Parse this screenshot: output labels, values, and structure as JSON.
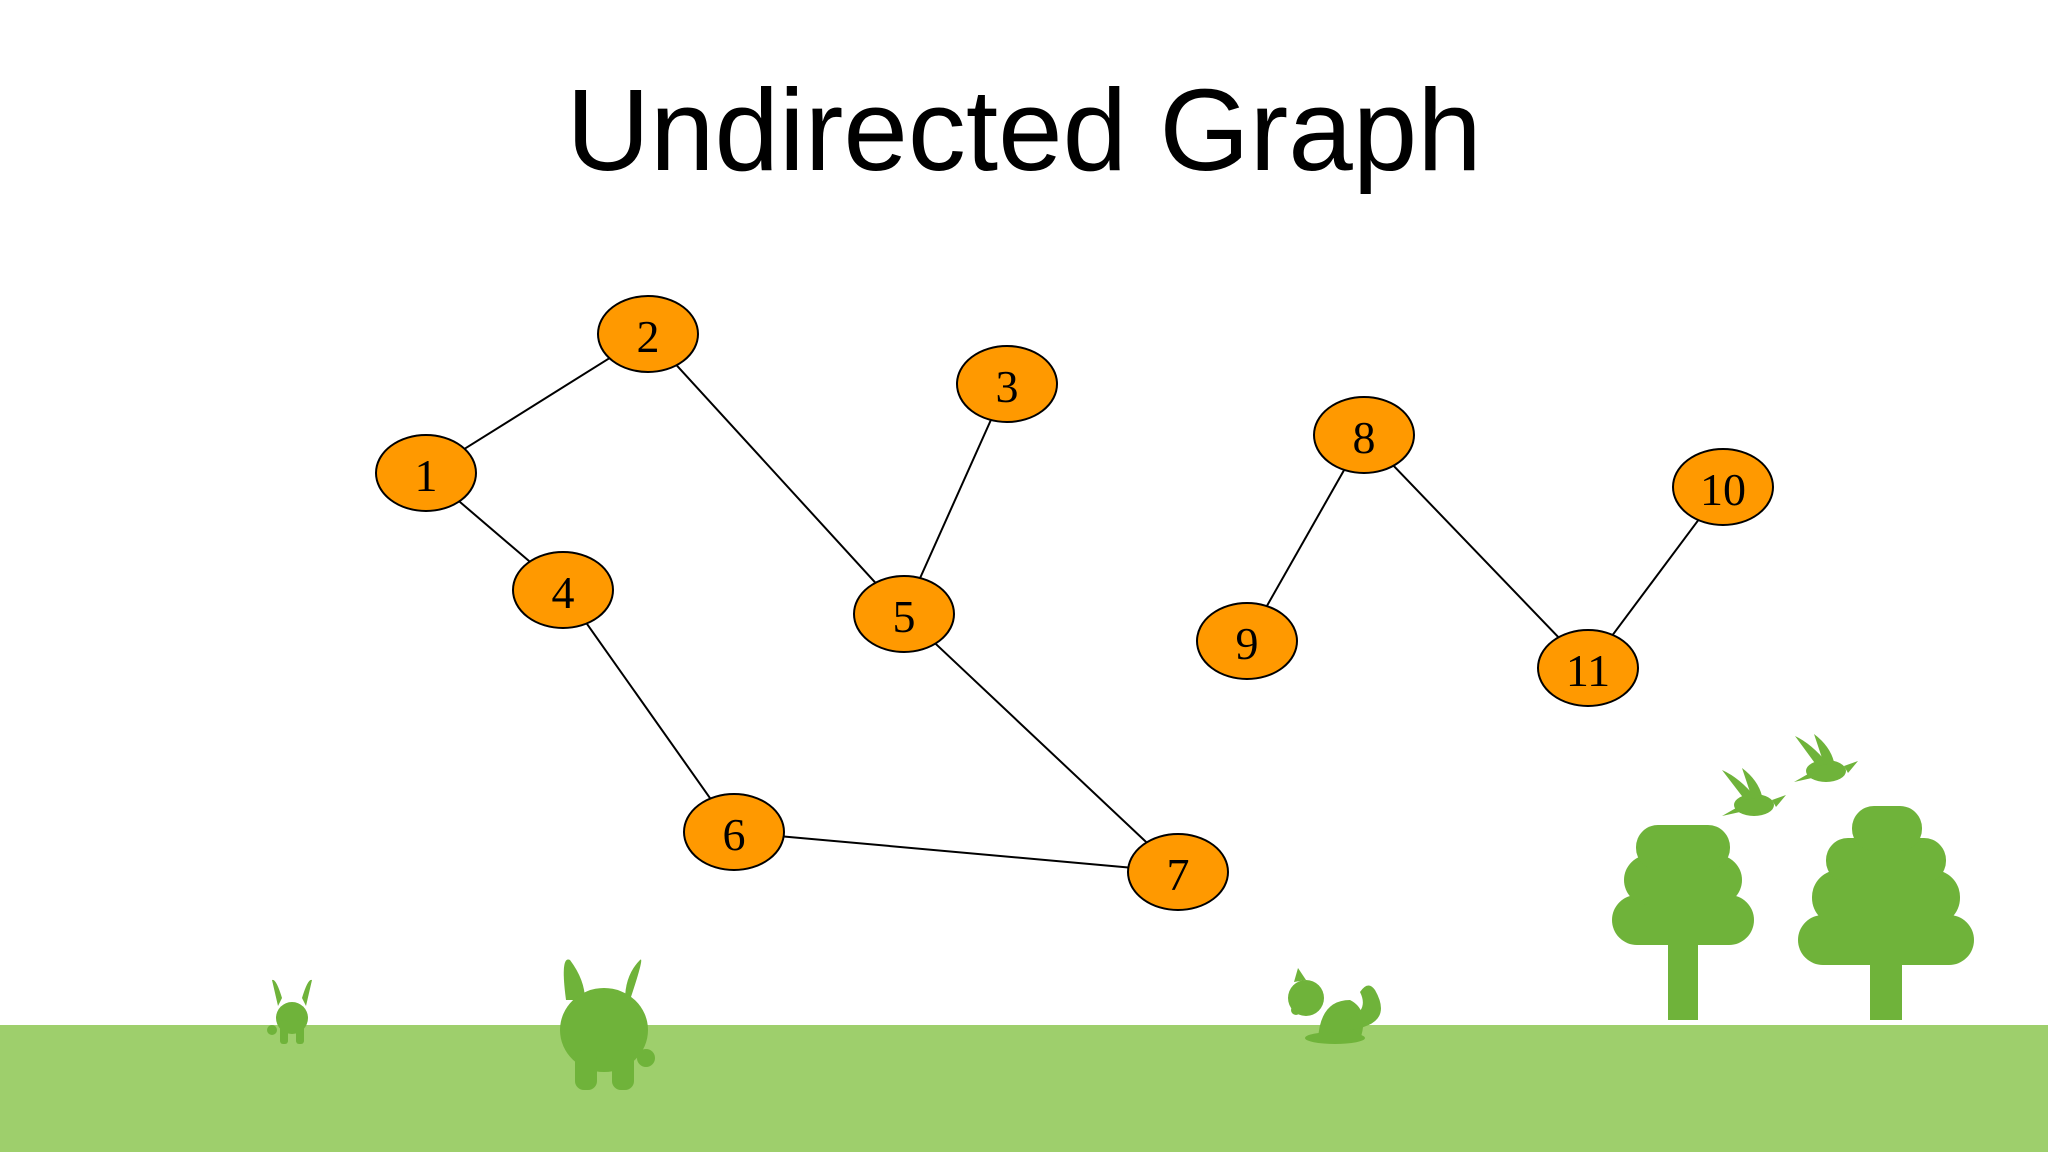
{
  "slide": {
    "title": "Undirected Graph"
  },
  "graph": {
    "nodes": [
      {
        "id": "1",
        "label": "1"
      },
      {
        "id": "2",
        "label": "2"
      },
      {
        "id": "3",
        "label": "3"
      },
      {
        "id": "4",
        "label": "4"
      },
      {
        "id": "5",
        "label": "5"
      },
      {
        "id": "6",
        "label": "6"
      },
      {
        "id": "7",
        "label": "7"
      },
      {
        "id": "8",
        "label": "8"
      },
      {
        "id": "9",
        "label": "9"
      },
      {
        "id": "10",
        "label": "10"
      },
      {
        "id": "11",
        "label": "11"
      }
    ],
    "edges": [
      [
        "1",
        "2"
      ],
      [
        "1",
        "4"
      ],
      [
        "2",
        "5"
      ],
      [
        "3",
        "5"
      ],
      [
        "4",
        "6"
      ],
      [
        "5",
        "7"
      ],
      [
        "6",
        "7"
      ],
      [
        "8",
        "9"
      ],
      [
        "8",
        "11"
      ],
      [
        "10",
        "11"
      ]
    ]
  },
  "colors": {
    "node_fill": "#ff9900",
    "node_stroke": "#000000",
    "edge": "#000000",
    "ground": "#9ecf6c",
    "silhouette": "#6fb33a"
  },
  "decorations": [
    "ground",
    "tree-icon",
    "bird-icon",
    "rabbit-icon",
    "squirrel-icon"
  ]
}
